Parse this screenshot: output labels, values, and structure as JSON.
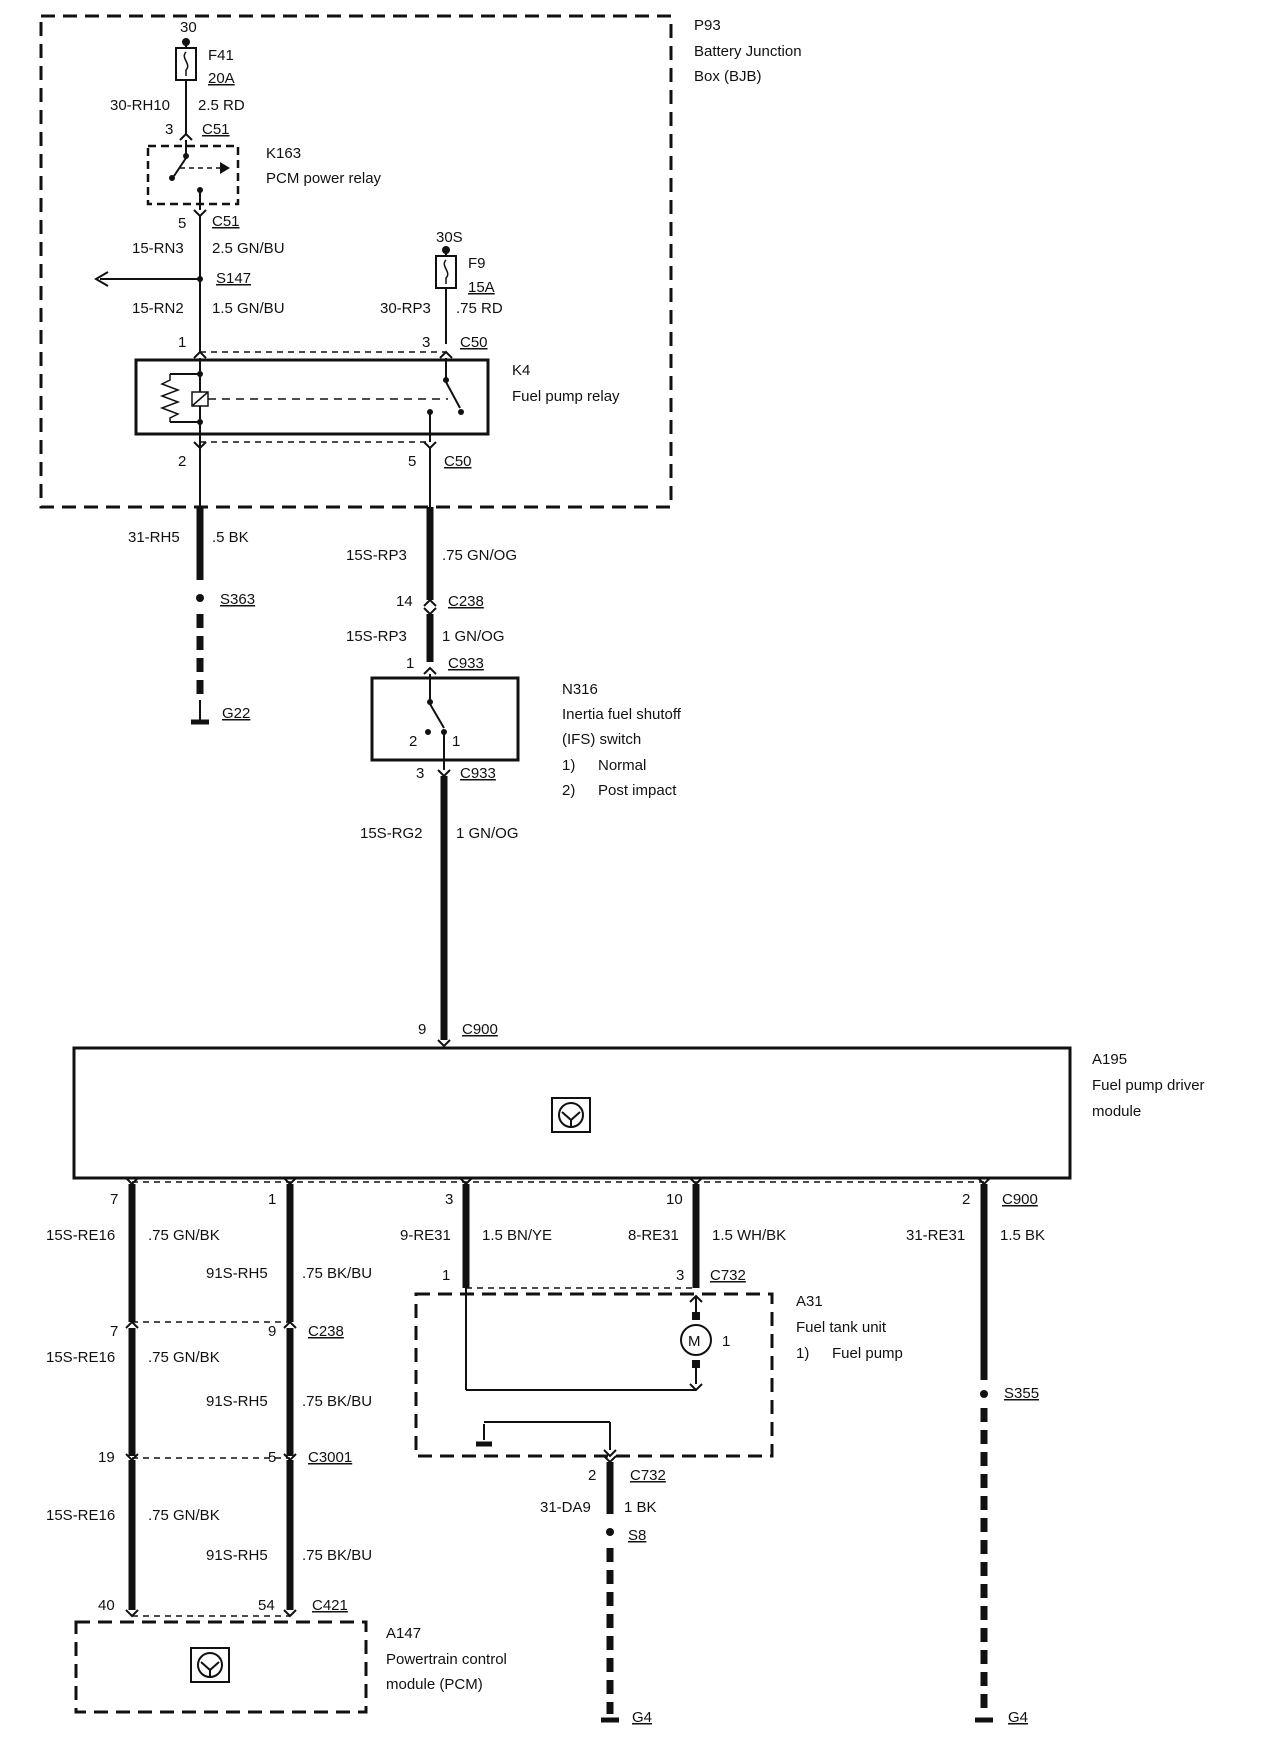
{
  "colors": {
    "ink": "#111111",
    "background": "#ffffff"
  },
  "p93": {
    "id": "P93",
    "name_line1": "Battery Junction",
    "name_line2": "Box (BJB)"
  },
  "f41": {
    "terminal": "30",
    "id": "F41",
    "rating": "20A",
    "circuit": "30-RH10",
    "wire": "2.5 RD"
  },
  "k163": {
    "id": "K163",
    "name": "PCM power relay",
    "pin_in": "3",
    "conn_in": "C51",
    "pin_out": "5",
    "conn_out": "C51"
  },
  "w_rn3": {
    "circuit": "15-RN3",
    "wire": "2.5 GN/BU"
  },
  "s147": {
    "id": "S147"
  },
  "w_rn2": {
    "circuit": "15-RN2",
    "wire": "1.5 GN/BU"
  },
  "f9": {
    "terminal": "30S",
    "id": "F9",
    "rating": "15A",
    "circuit": "30-RP3",
    "wire": ".75 RD"
  },
  "k4": {
    "id": "K4",
    "name": "Fuel pump relay",
    "pin1": "1",
    "pin3": "3",
    "conn_top": "C50",
    "pin2": "2",
    "pin5": "5",
    "conn_bottom": "C50"
  },
  "w_rh5": {
    "circuit": "31-RH5",
    "wire": ".5 BK"
  },
  "s363": {
    "id": "S363"
  },
  "g22": {
    "id": "G22"
  },
  "w_rp3a": {
    "circuit": "15S-RP3",
    "wire": ".75 GN/OG"
  },
  "c238_top": {
    "pin": "14",
    "id": "C238"
  },
  "w_rp3b": {
    "circuit": "15S-RP3",
    "wire": "1 GN/OG"
  },
  "n316": {
    "id": "N316",
    "name_line1": "Inertia fuel shutoff",
    "name_line2": "(IFS) switch",
    "pin_in": "1",
    "conn_in": "C933",
    "pin_out": "3",
    "conn_out": "C933",
    "contact1": "1",
    "contact2": "2",
    "legend": [
      {
        "num": "1)",
        "text": "Normal"
      },
      {
        "num": "2)",
        "text": "Post impact"
      }
    ]
  },
  "w_rg2": {
    "circuit": "15S-RG2",
    "wire": "1 GN/OG"
  },
  "c900_top": {
    "pin": "9",
    "id": "C900"
  },
  "a195": {
    "id": "A195",
    "name_line1": "Fuel pump driver",
    "name_line2": "module",
    "icon": "control-module-icon",
    "pin7": "7",
    "pin1": "1",
    "pin3": "3",
    "pin10": "10",
    "pin2": "2",
    "conn_bottom": "C900"
  },
  "w_re16a": {
    "circuit": "15S-RE16",
    "wire": ".75 GN/BK"
  },
  "w_rh5a": {
    "circuit": "91S-RH5",
    "wire": ".75 BK/BU"
  },
  "w_re31a": {
    "circuit": "9-RE31",
    "wire": "1.5 BN/YE"
  },
  "w_re31b": {
    "circuit": "8-RE31",
    "wire": "1.5 WH/BK"
  },
  "w_re31c": {
    "circuit": "31-RE31",
    "wire": "1.5 BK"
  },
  "c238_low": {
    "pin_left": "7",
    "pin_right": "9",
    "id": "C238"
  },
  "w_re16b": {
    "circuit": "15S-RE16",
    "wire": ".75 GN/BK"
  },
  "w_rh5b": {
    "circuit": "91S-RH5",
    "wire": ".75 BK/BU"
  },
  "c3001": {
    "pin_left": "19",
    "pin_right": "5",
    "id": "C3001"
  },
  "w_re16c": {
    "circuit": "15S-RE16",
    "wire": ".75 GN/BK"
  },
  "w_rh5c": {
    "circuit": "91S-RH5",
    "wire": ".75 BK/BU"
  },
  "c421": {
    "pin_left": "40",
    "pin_right": "54",
    "id": "C421"
  },
  "a147": {
    "id": "A147",
    "name_line1": "Powertrain control",
    "name_line2": "module (PCM)",
    "icon": "control-module-icon"
  },
  "a31": {
    "id": "A31",
    "name": "Fuel tank unit",
    "legend_num": "1)",
    "legend_text": "Fuel pump",
    "pin_left": "1",
    "pin_right": "3",
    "conn_top": "C732",
    "pin_gnd": "2",
    "conn_gnd": "C732",
    "motor_label": "M",
    "motor_num": "1"
  },
  "w_da9": {
    "circuit": "31-DA9",
    "wire": "1 BK"
  },
  "s8": {
    "id": "S8"
  },
  "g4a": {
    "id": "G4"
  },
  "s355": {
    "id": "S355"
  },
  "g4b": {
    "id": "G4"
  }
}
